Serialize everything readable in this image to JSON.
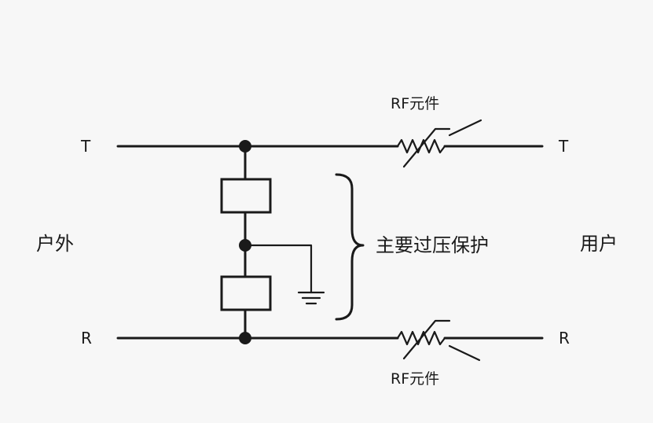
{
  "labels": {
    "t_left": "T",
    "t_right": "T",
    "r_left": "R",
    "r_right": "R",
    "outdoor": "户外",
    "user": "用户",
    "primary_protection": "主要过压保护",
    "rf_top": "RF元件",
    "rf_bottom": "RF元件"
  },
  "colors": {
    "line": "#1a1a1a",
    "background": "#f7f7f7"
  }
}
